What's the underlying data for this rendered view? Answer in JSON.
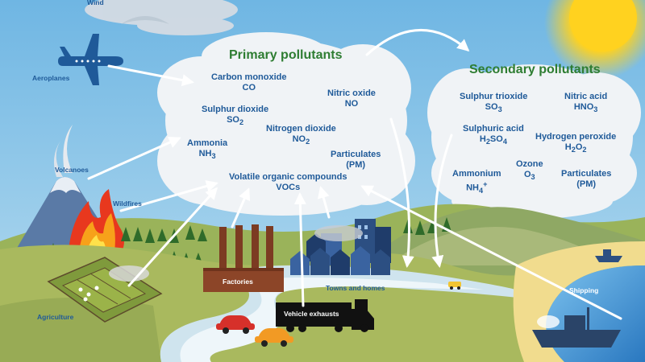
{
  "titles": {
    "primary": "Primary pollutants",
    "secondary": "Secondary pollutants"
  },
  "sources": {
    "wind": "Wind",
    "aeroplanes": "Aeroplanes",
    "volcanoes": "Volcanoes",
    "wildfires": "Wildfires",
    "agriculture": "Agriculture",
    "factories": "Factories",
    "vehicle_exhausts": "Vehicle exhausts",
    "towns_homes": "Towns and homes",
    "shipping": "Shipping"
  },
  "primary": {
    "co": {
      "name": "Carbon monoxide",
      "formula": "CO"
    },
    "no": {
      "name": "Nitric oxide",
      "formula": "NO"
    },
    "so2": {
      "name": "Sulphur dioxide",
      "formula": "SO",
      "sub": "2"
    },
    "no2": {
      "name": "Nitrogen dioxide",
      "formula": "NO",
      "sub": "2"
    },
    "nh3": {
      "name": "Ammonia",
      "formula": "NH",
      "sub": "3"
    },
    "pm": {
      "name": "Particulates",
      "formula": "(PM)"
    },
    "vocs": {
      "name": "Volatile organic compounds",
      "formula": "VOCs"
    }
  },
  "secondary": {
    "so3": {
      "name": "Sulphur trioxide",
      "formula": "SO",
      "sub": "3"
    },
    "hno3": {
      "name": "Nitric acid",
      "formula": "HNO",
      "sub": "3"
    },
    "h2so4": {
      "name": "Sulphuric acid",
      "f1": "H",
      "s1": "2",
      "f2": "SO",
      "s2": "4"
    },
    "h2o2": {
      "name": "Hydrogen peroxide",
      "f1": "H",
      "s1": "2",
      "f2": "O",
      "s2": "2"
    },
    "o3": {
      "name": "Ozone",
      "formula": "O",
      "sub": "3"
    },
    "nh4": {
      "name": "Ammonium",
      "formula": "NH",
      "sub": "4",
      "sup": "+"
    },
    "pm": {
      "name": "Particulates",
      "formula": "(PM)"
    }
  },
  "colors": {
    "sky": "#8ec6e6",
    "cloud": "#eef1f4",
    "title_green": "#2e7d32",
    "text_blue": "#1f5a99",
    "land": "#b6c46a",
    "sea": "#3f93d1"
  }
}
